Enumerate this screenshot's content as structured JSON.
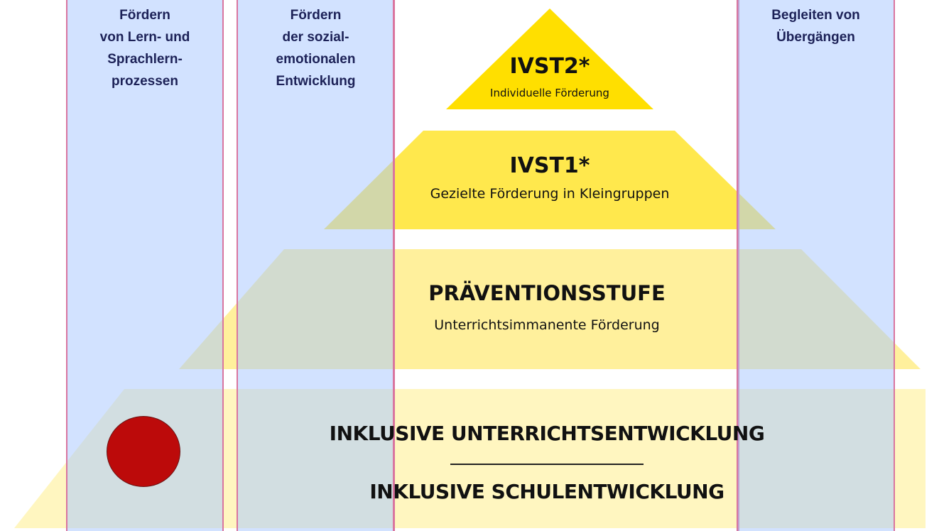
{
  "pyramid": {
    "level_top": {
      "title": "IVST2*",
      "subtitle": "Individuelle Förderung"
    },
    "level_2": {
      "title": "IVST1*",
      "subtitle": "Gezielte Förderung in Kleingruppen"
    },
    "level_3": {
      "title": "PRÄVENTIONSSTUFE",
      "subtitle": "Unterrichtsimmanente Förderung"
    },
    "base": {
      "line1": "INKLUSIVE UNTERRICHTSENTWICKLUNG",
      "line2": "INKLUSIVE SCHULENTWICKLUNG"
    }
  },
  "columns": [
    {
      "label": "Fördern von Lern- und Sprachlern-prozessen",
      "lines": [
        "Fördern",
        "von Lern- und",
        "Sprachlern-",
        "prozessen"
      ]
    },
    {
      "label": "Fördern der sozial-emotionalen Entwicklung",
      "lines": [
        "Fördern",
        "der sozial-",
        "emotionalen",
        "Entwicklung"
      ]
    },
    {
      "label": "",
      "lines": []
    },
    {
      "label": "Begleiten von Übergängen",
      "lines": [
        "Begleiten von",
        "Übergängen"
      ]
    }
  ],
  "colors": {
    "level_top": "#ffdf00",
    "level_2": "#ffe84d",
    "level_3": "#fff09c",
    "base": "#fff6c0",
    "column_fill": "#a8c8ff",
    "column_border": "#d9759f",
    "marker": "#bc0a0a"
  }
}
